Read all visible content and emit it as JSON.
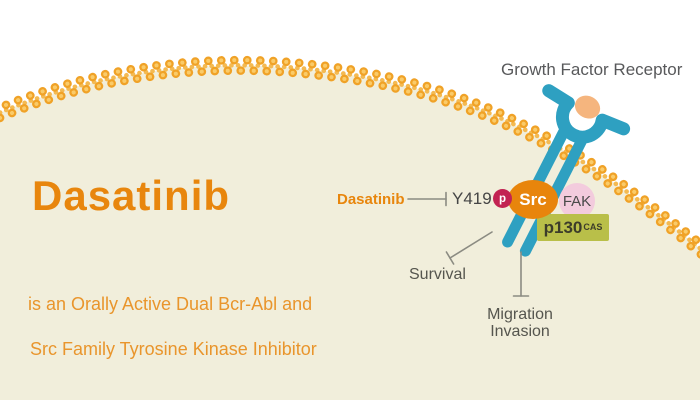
{
  "hero": {
    "title": "Dasatinib",
    "subtitle_line1": "is an Orally Active Dual Bcr-Abl and",
    "subtitle_line2": "Src Family Tyrosine Kinase Inhibitor"
  },
  "diagram": {
    "receptor_label": "Growth Factor Receptor",
    "inhibitor_label": "Dasatinib",
    "phospho_site_label": "Y419",
    "phospho_badge": "p",
    "src_label": "Src",
    "fak_label": "FAK",
    "p130_label_base": "p130",
    "p130_label_sup": "CAS",
    "pathway_survival": "Survival",
    "pathway_migration_line1": "Migration",
    "pathway_migration_line2": "Invasion"
  },
  "colors": {
    "background": "#FFFFFF",
    "cell_fill": "#F1EEDB",
    "membrane_dot_outer": "#F0A227",
    "membrane_dot_inner": "#FACB69",
    "membrane_tails": "#F4BA52",
    "receptor_teal": "#2EA0C1",
    "ligand_peach": "#F5B57E",
    "src_orange": "#E8850C",
    "fak_pink": "#F3CBDD",
    "p130_green": "#B9BF49",
    "phospho_red": "#C22352",
    "accent_orange": "#E8860D",
    "subtitle_orange": "#E9952C",
    "gray_text": "#58595B",
    "line_gray": "#8B8B82"
  }
}
